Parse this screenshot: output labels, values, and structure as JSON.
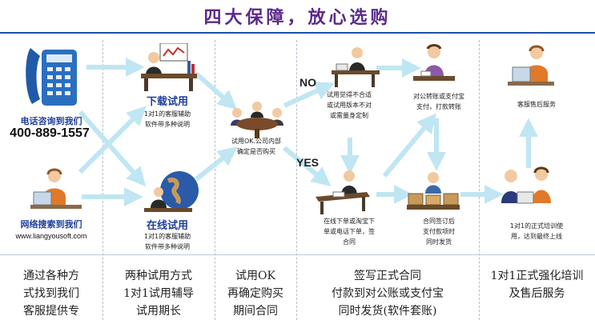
{
  "title": "四大保障，放心选购",
  "contact": {
    "phone_title": "电话咨询到我们",
    "phone_number": "400-889-1557",
    "online_title": "网络搜索到我们",
    "url": "www.liangyousoft.com"
  },
  "download": {
    "title": "下载试用",
    "desc_line1": "1对1的客服辅助",
    "desc_line2": "软件带多种说明"
  },
  "online": {
    "title": "在线试用",
    "desc_line1": "1对1的客服辅助",
    "desc_line2": "软件带多种说明"
  },
  "meeting": {
    "line1": "试用OK.公司内部",
    "line2": "确定是否购买"
  },
  "no_label": "NO",
  "yes_label": "YES",
  "custom": {
    "line1": "试用觉得不合适",
    "line2": "或试用版本不对",
    "line3": "或需量身定制"
  },
  "pay": {
    "line1": "对公转账或支付宝",
    "line2": "支付，打款转账"
  },
  "after_sales": {
    "line1": "客服售后服务"
  },
  "order": {
    "line1": "在线下单或淘宝下",
    "line2": "单或电话下单，签",
    "line3": "合同"
  },
  "contract": {
    "line1": "合同签订后",
    "line2": "支付款项时",
    "line3": "同时发货"
  },
  "training": {
    "line1": "1对1的正式培训使",
    "line2": "用，达到最终上线"
  },
  "bottom": {
    "col1": [
      "通过各种方",
      "式找到我们",
      "客服提供专"
    ],
    "col2": [
      "两种试用方式",
      "1对1试用辅导",
      "试用期长"
    ],
    "col3": [
      "试用OK",
      "再确定购买",
      "期间合同"
    ],
    "col4": [
      "签写正式合同",
      "付款到对公账或支付宝",
      "同时发货(软件套账)"
    ],
    "col5": [
      "1对1正式强化培训",
      "及售后服务"
    ]
  },
  "colors": {
    "title": "#5a2a8a",
    "accent_blue": "#1f3f9a",
    "arrow": "#bfe6f2"
  }
}
